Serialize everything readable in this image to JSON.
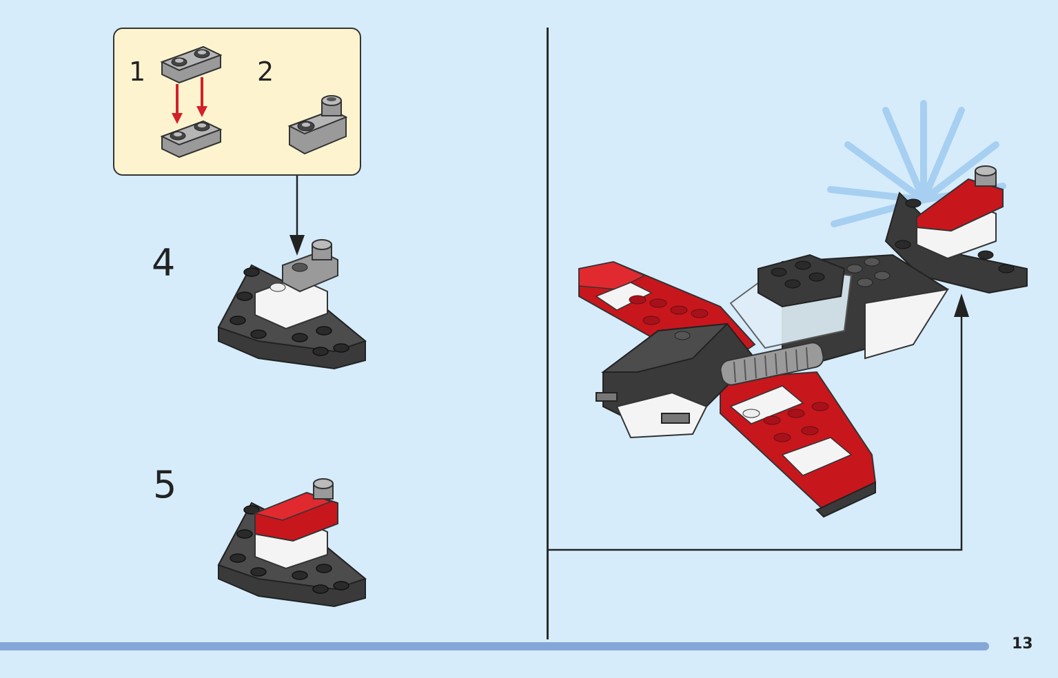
{
  "callout": {
    "substep_1": "1",
    "substep_2": "2"
  },
  "steps": [
    {
      "number": "4"
    },
    {
      "number": "5"
    }
  ],
  "page_number": "13",
  "colors": {
    "background": "#d6ecfb",
    "callout_bg": "#fdf4cf",
    "brick_red": "#c8161d",
    "brick_dark": "#3a3a3a",
    "brick_grey": "#9a9a9a",
    "brick_white": "#f4f4f4",
    "arrow_red": "#d3202a",
    "bottom_bar": "#85a7d8"
  },
  "icons": [
    "assembly-arrow-icon",
    "burst-highlight-icon"
  ]
}
